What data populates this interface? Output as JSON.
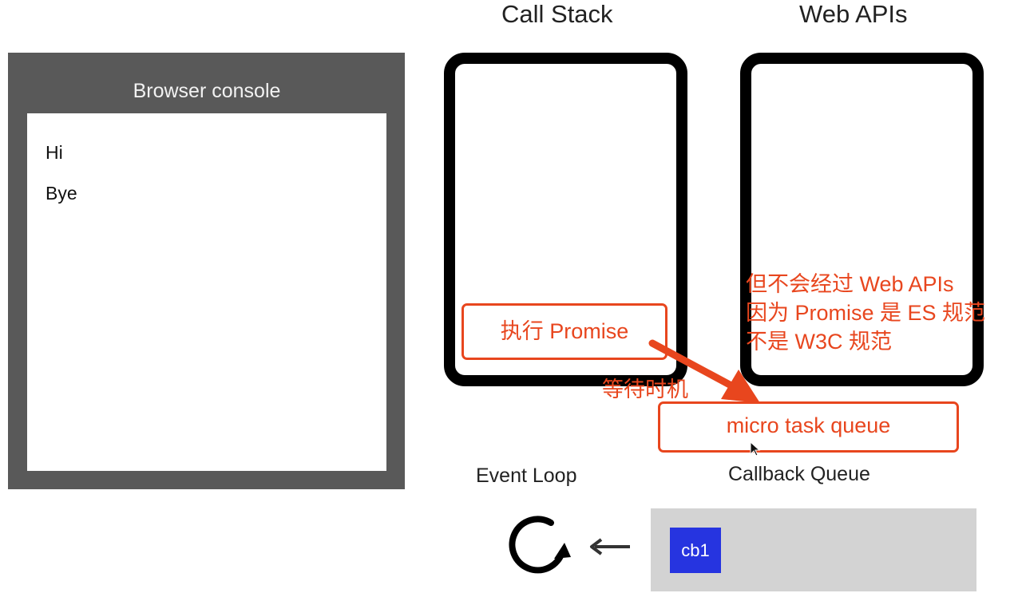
{
  "console": {
    "title": "Browser console",
    "logs": [
      "Hi",
      "Bye"
    ]
  },
  "headings": {
    "call_stack": "Call Stack",
    "web_apis": "Web APIs"
  },
  "annotations": {
    "execute_promise": "执行 Promise",
    "web_api_note": [
      "但不会经过 Web APIs",
      "因为 Promise 是 ES 规范",
      "不是 W3C 规范"
    ],
    "wait": "等待时机",
    "micro_task_queue": "micro task queue"
  },
  "labels": {
    "event_loop": "Event Loop",
    "callback_queue": "Callback Queue"
  },
  "callback_queue": {
    "items": [
      "cb1"
    ]
  },
  "colors": {
    "annotation_red": "#e8461e",
    "console_frame": "#595959",
    "queue_bg": "#d3d3d3",
    "callback_item": "#2634e0"
  },
  "icons": {
    "event_loop": "circular-arrow-icon",
    "queue_to_loop": "arrow-left-icon",
    "promise_flow": "arrow-down-right-icon",
    "cursor": "mouse-cursor-icon"
  }
}
